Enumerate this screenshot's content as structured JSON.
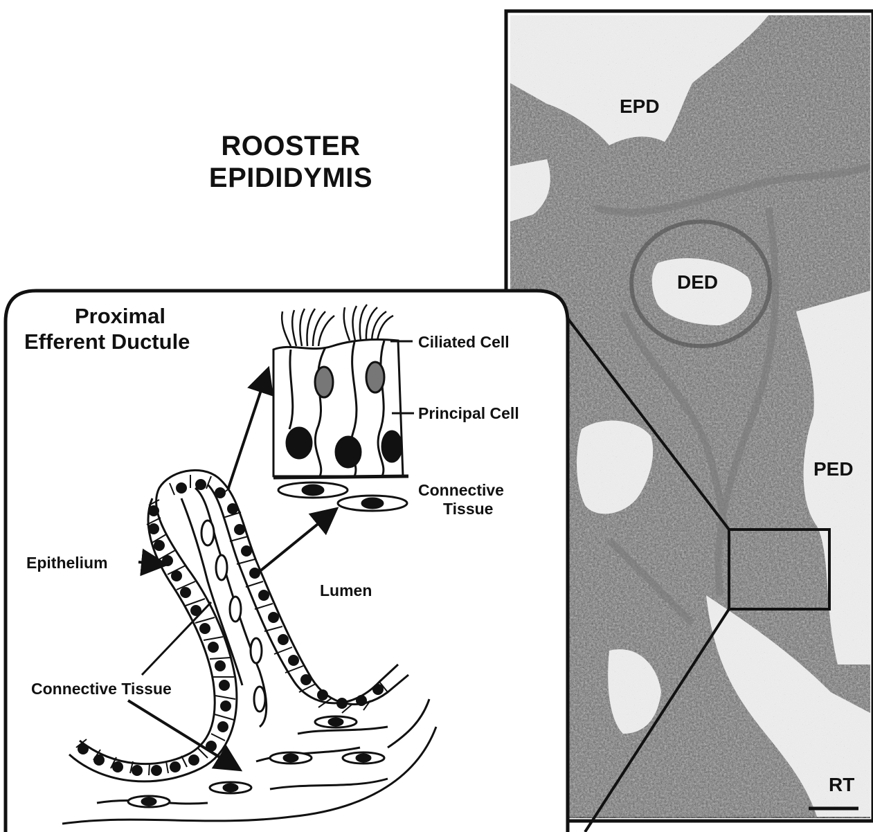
{
  "figure": {
    "title_line1": "ROOSTER",
    "title_line2": "EPIDIDYMIS"
  },
  "micrograph": {
    "labels": {
      "epd": "EPD",
      "ded": "DED",
      "ped": "PED",
      "rt": "RT"
    }
  },
  "schematic": {
    "heading_line1": "Proximal",
    "heading_line2": "Efferent Ductule",
    "labels": {
      "ciliated_cell": "Ciliated Cell",
      "principal_cell": "Principal Cell",
      "connective_tissue_top_line1": "Connective",
      "connective_tissue_top_line2": "Tissue",
      "epithelium": "Epithelium",
      "lumen": "Lumen",
      "connective_tissue_bottom": "Connective Tissue"
    }
  }
}
